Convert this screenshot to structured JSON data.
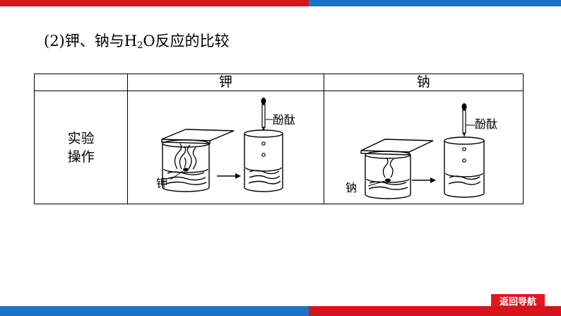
{
  "heading": {
    "prefix": "(2)钾、钠与H",
    "sub": "2",
    "suffix": "O反应的比较"
  },
  "table": {
    "headers": [
      "",
      "钾",
      "钠"
    ],
    "row_label_line1": "实验",
    "row_label_line2": "操作",
    "potassium_label": "钾",
    "sodium_label": "钠",
    "phenolphthalein_label_1": "酚酞",
    "phenolphthalein_label_2": "酚酞"
  },
  "nav": {
    "back_label": "返回导航"
  },
  "colors": {
    "bar_red": "#d7141b",
    "bar_blue": "#1a73c9",
    "button_red": "#e0171f"
  }
}
